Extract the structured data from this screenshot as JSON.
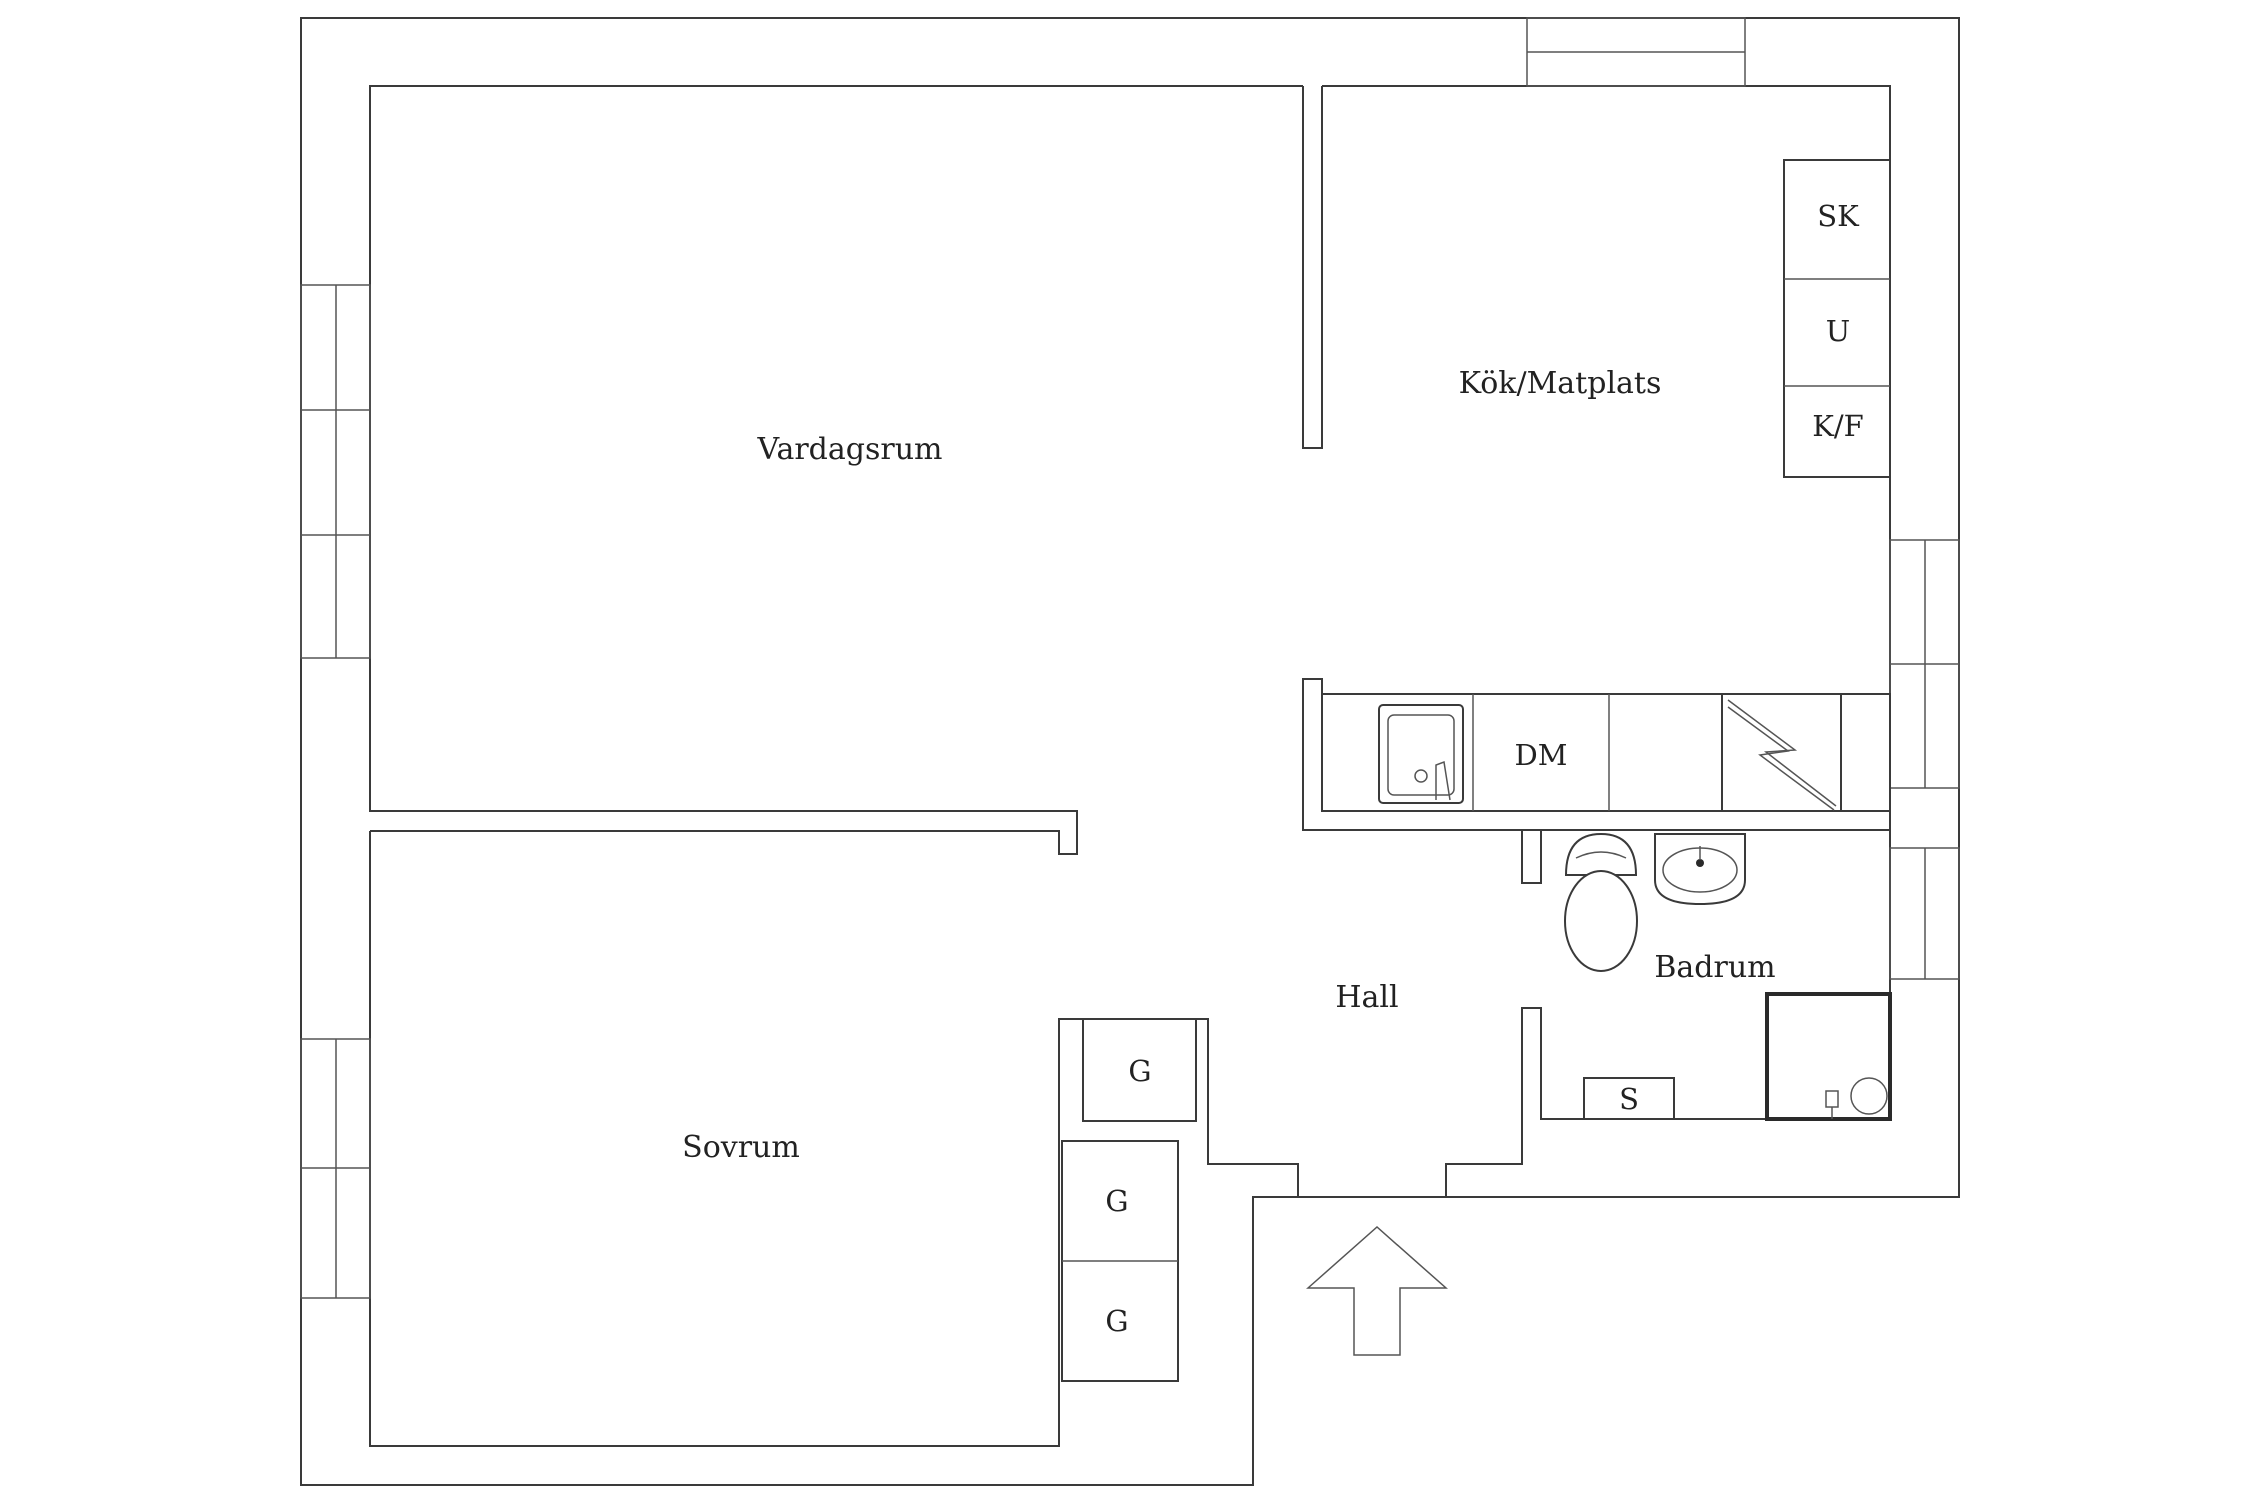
{
  "rooms": {
    "vardagsrum": "Vardagsrum",
    "kok": "Kök/Matplats",
    "sovrum": "Sovrum",
    "hall": "Hall",
    "badrum": "Badrum"
  },
  "appliances": {
    "sk": "SK",
    "u": "U",
    "kf": "K/F",
    "dm": "DM",
    "s": "S",
    "g1": "G",
    "g2": "G",
    "g3": "G"
  }
}
